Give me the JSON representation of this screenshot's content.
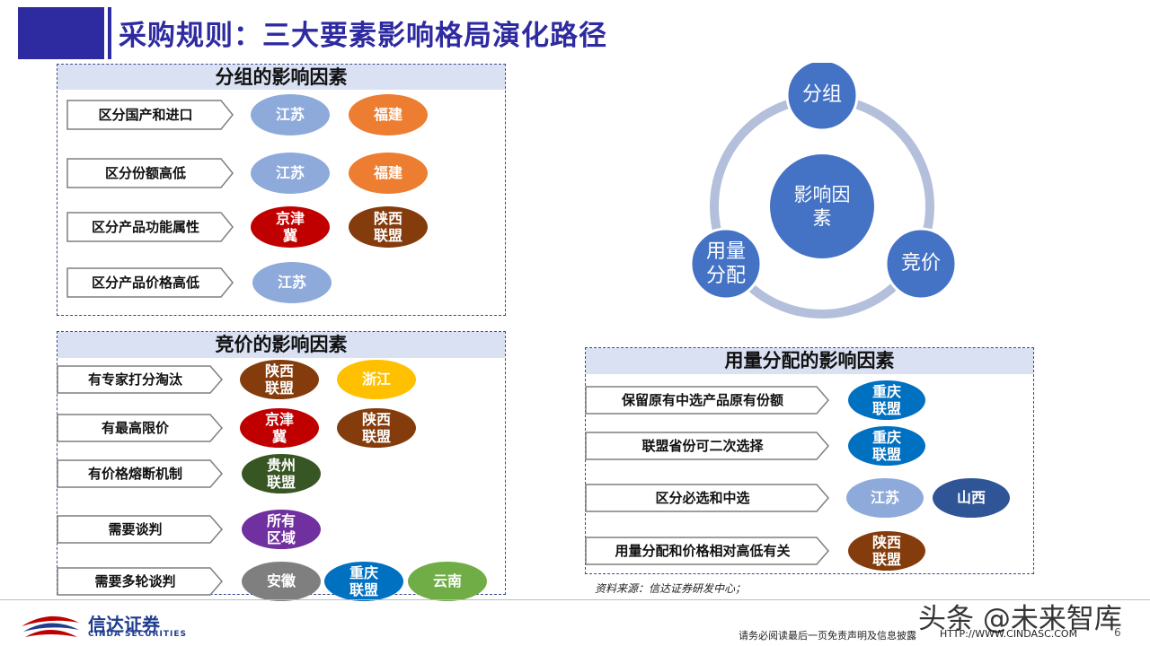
{
  "title": "采购规则：三大要素影响格局演化路径",
  "colors": {
    "navy": "#2e2aa0",
    "light_blue": "#8eaadb",
    "orange": "#ed7d31",
    "red": "#c00000",
    "brown": "#843c0c",
    "gold": "#ffc000",
    "dark_green": "#375623",
    "purple": "#7030a0",
    "gray": "#7f7f7f",
    "medium_blue": "#0070c0",
    "green": "#70ad47",
    "dark_blue": "#2f5597",
    "circle_blue": "#4472c4",
    "ring": "#b4c0db"
  },
  "grouping": {
    "header": "分组的影响因素",
    "rows": [
      {
        "label": "区分国产和进口",
        "tags": [
          {
            "text": "江苏",
            "color": "light_blue"
          },
          {
            "text": "福建",
            "color": "orange"
          }
        ]
      },
      {
        "label": "区分份额高低",
        "tags": [
          {
            "text": "江苏",
            "color": "light_blue"
          },
          {
            "text": "福建",
            "color": "orange"
          }
        ]
      },
      {
        "label": "区分产品功能属性",
        "tags": [
          {
            "text": "京津\n冀",
            "color": "red"
          },
          {
            "text": "陕西\n联盟",
            "color": "brown"
          }
        ]
      },
      {
        "label": "区分产品价格高低",
        "tags": [
          {
            "text": "江苏",
            "color": "light_blue"
          }
        ]
      }
    ]
  },
  "bidding": {
    "header": "竞价的影响因素",
    "rows": [
      {
        "label": "有专家打分淘汰",
        "tags": [
          {
            "text": "陕西\n联盟",
            "color": "brown"
          },
          {
            "text": "浙江",
            "color": "gold"
          }
        ]
      },
      {
        "label": "有最高限价",
        "tags": [
          {
            "text": "京津\n冀",
            "color": "red"
          },
          {
            "text": "陕西\n联盟",
            "color": "brown"
          }
        ]
      },
      {
        "label": "有价格熔断机制",
        "tags": [
          {
            "text": "贵州\n联盟",
            "color": "dark_green"
          }
        ]
      },
      {
        "label": "需要谈判",
        "tags": [
          {
            "text": "所有\n区域",
            "color": "purple"
          }
        ]
      },
      {
        "label": "需要多轮谈判",
        "tags": [
          {
            "text": "安徽",
            "color": "gray"
          },
          {
            "text": "重庆\n联盟",
            "color": "medium_blue"
          },
          {
            "text": "云南",
            "color": "green"
          }
        ]
      }
    ]
  },
  "allocation": {
    "header": "用量分配的影响因素",
    "rows": [
      {
        "label": "保留原有中选产品原有份额",
        "tags": [
          {
            "text": "重庆\n联盟",
            "color": "medium_blue"
          }
        ]
      },
      {
        "label": "联盟省份可二次选择",
        "tags": [
          {
            "text": "重庆\n联盟",
            "color": "medium_blue"
          }
        ]
      },
      {
        "label": "区分必选和中选",
        "tags": [
          {
            "text": "江苏",
            "color": "light_blue"
          },
          {
            "text": "山西",
            "color": "dark_blue"
          }
        ]
      },
      {
        "label": "用量分配和价格相对高低有关",
        "tags": [
          {
            "text": "陕西\n联盟",
            "color": "brown"
          }
        ]
      }
    ]
  },
  "cycle": {
    "center": "影响因\n素",
    "nodes": [
      "分组",
      "竞价",
      "用量\n分配"
    ]
  },
  "source": "资料来源：信达证券研发中心；",
  "footer": {
    "logo_name": "信达证券",
    "logo_en": "CINDA SECURITIES",
    "disclaimer": "请务必阅读最后一页免责声明及信息披露",
    "website": "HTTP://WWW.CINDASC.COM",
    "page": "6"
  },
  "watermark": "头条 @未来智库"
}
